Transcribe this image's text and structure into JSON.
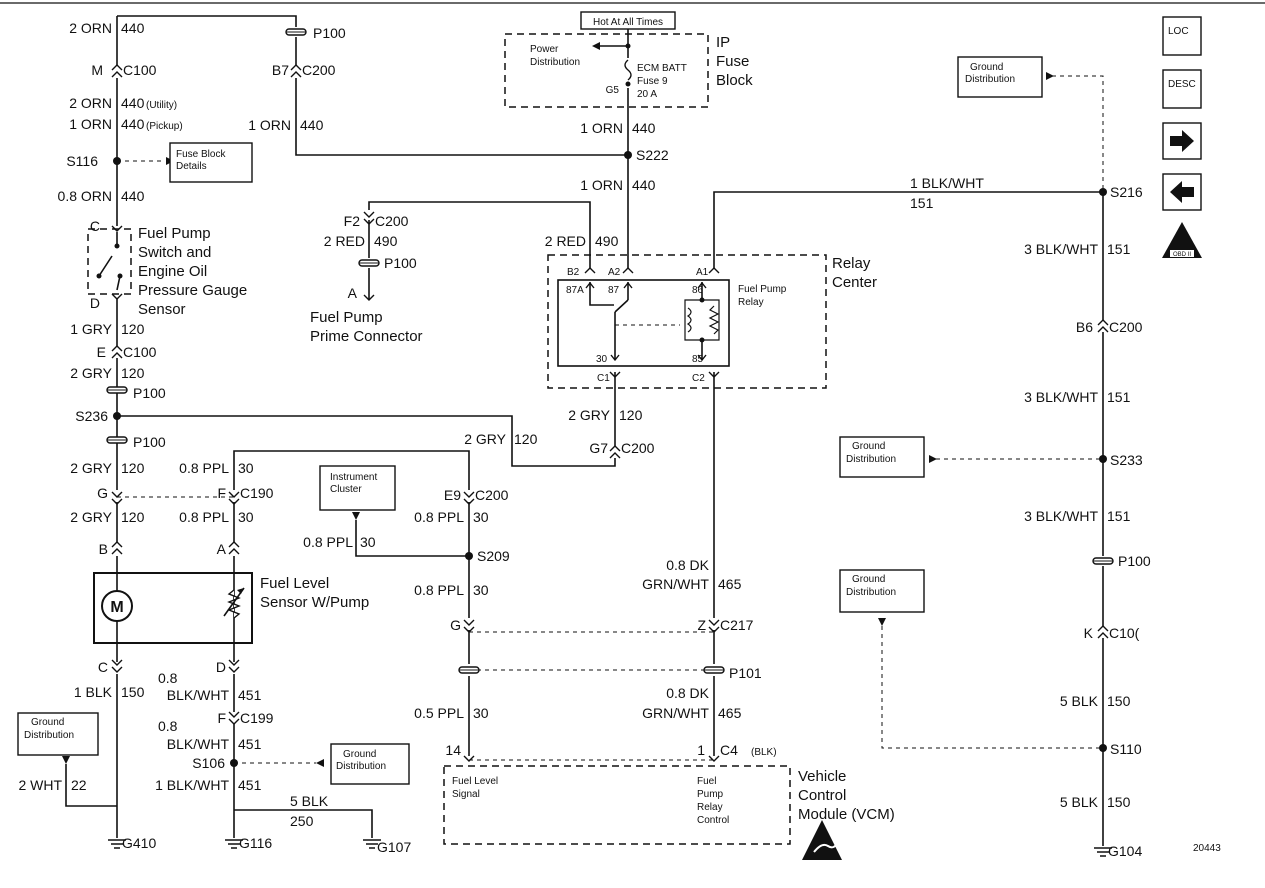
{
  "texts": {
    "w440_top": "2 ORN",
    "w440_top_n": "440",
    "p100_top": "P100",
    "c100_m_pin": "M",
    "c100_m": "C100",
    "c200_b7_pin": "B7",
    "c200_b7": "C200",
    "w440_util": "2 ORN",
    "w440_util_n": "440",
    "utility": "(Utility)",
    "w440_pick": "1 ORN",
    "w440_pick_n": "440",
    "pickup": "(Pickup)",
    "w440_b7": "1 ORN",
    "w440_b7_n": "440",
    "s116": "S116",
    "fuse_details_1": "Fuse Block",
    "fuse_details_2": "Details",
    "w440_s116": "0.8 ORN",
    "w440_s116_n": "440",
    "switch_c": "C",
    "switch_d": "D",
    "switch_1": "Fuel Pump",
    "switch_2": "Switch and",
    "switch_3": "Engine Oil",
    "switch_4": "Pressure Gauge",
    "switch_5": "Sensor",
    "w120_a": "1 GRY",
    "w120_a_n": "120",
    "c100_e_pin": "E",
    "c100_e": "C100",
    "w120_b": "2 GRY",
    "w120_b_n": "120",
    "p100_120": "P100",
    "s236": "S236",
    "p100_120b": "P100",
    "w120_c": "2 GRY",
    "w120_c_n": "120",
    "w30_a": "0.8 PPL",
    "w30_a_n": "30",
    "c190_g": "G",
    "c190_f": "F",
    "c190": "C190",
    "w120_d": "2 GRY",
    "w120_d_n": "120",
    "w30_b": "0.8 PPL",
    "w30_b_n": "30",
    "pump_b": "B",
    "pump_a": "A",
    "pump_1": "Fuel Level",
    "pump_2": "Sensor W/Pump",
    "motor": "M",
    "pump_c": "C",
    "pump_d": "D",
    "w150_a": "1 BLK",
    "w150_a_n": "150",
    "w451_a1": "0.8",
    "w451_a2": "BLK/WHT",
    "w451_a_n": "451",
    "c199_f": "F",
    "c199": "C199",
    "w451_b1": "0.8",
    "w451_b2": "BLK/WHT",
    "w451_b_n": "451",
    "gd_left_1": "Ground",
    "gd_left_2": "Distribution",
    "s106": "S106",
    "gd_s106_1": "Ground",
    "gd_s106_2": "Distribution",
    "w22": "2 WHT",
    "w22_n": "22",
    "w451_c": "1 BLK/WHT",
    "w451_c_n": "451",
    "w250": "5 BLK",
    "w250_n": "250",
    "g410": "G410",
    "g116": "G116",
    "g107": "G107",
    "hot": "Hot At All Times",
    "power_1": "Power",
    "power_2": "Distribution",
    "ecm_1": "ECM BATT",
    "ecm_2": "Fuse 9",
    "ecm_3": "20 A",
    "g5": "G5",
    "ip_1": "IP",
    "ip_2": "Fuse",
    "ip_3": "Block",
    "w440_fuse": "1 ORN",
    "w440_fuse_n": "440",
    "s222": "S222",
    "w440_relay": "1 ORN",
    "w440_relay_n": "440",
    "c200_f2_pin": "F2",
    "c200_f2": "C200",
    "w490_a": "2 RED",
    "w490_a_n": "490",
    "p100_490": "P100",
    "prime_a": "A",
    "prime_1": "Fuel Pump",
    "prime_2": "Prime Connector",
    "w490_b": "2 RED",
    "w490_b_n": "490",
    "relay_b2": "B2",
    "relay_a2": "A2",
    "relay_a1": "A1",
    "relay_87a": "87A",
    "relay_87": "87",
    "relay_86": "86",
    "relay_30": "30",
    "relay_85": "85",
    "relay_name_1": "Fuel Pump",
    "relay_name_2": "Relay",
    "relay_c1": "C1",
    "relay_c2": "C2",
    "rc_1": "Relay",
    "rc_2": "Center",
    "w120_e": "2 GRY",
    "w120_e_n": "120",
    "c200_g7_pin": "G7",
    "c200_g7": "C200",
    "w120_f": "2 GRY",
    "w120_f_n": "120",
    "ic_1": "Instrument",
    "ic_2": "Cluster",
    "c200_e9_pin": "E9",
    "c200_e9": "C200",
    "w30_c": "0.8 PPL",
    "w30_c_n": "30",
    "w30_d": "0.8 PPL",
    "w30_d_n": "30",
    "s209": "S209",
    "w30_e": "0.8 PPL",
    "w30_e_n": "30",
    "c217_g": "G",
    "c217_z": "Z",
    "c217": "C217",
    "w465_a1": "0.8 DK",
    "w465_a2": "GRN/WHT",
    "w465_a_n": "465",
    "p101": "P101",
    "w30_f": "0.5 PPL",
    "w30_f_n": "30",
    "w465_b1": "0.8 DK",
    "w465_b2": "GRN/WHT",
    "w465_b_n": "465",
    "vcm_14": "14",
    "vcm_1": "1",
    "c4": "C4",
    "c4_blk": "(BLK)",
    "vcm_fl_1": "Fuel Level",
    "vcm_fl_2": "Signal",
    "vcm_fp_1": "Fuel",
    "vcm_fp_2": "Pump",
    "vcm_fp_3": "Relay",
    "vcm_fp_4": "Control",
    "vcm_1l": "Vehicle",
    "vcm_2l": "Control",
    "vcm_3l": "Module (VCM)",
    "gd_top_1": "Ground",
    "gd_top_2": "Distribution",
    "w151_top": "1 BLK/WHT",
    "w151_top_n": "151",
    "s216": "S216",
    "w151_a": "3 BLK/WHT",
    "w151_a_n": "151",
    "c200_b6_pin": "B6",
    "c200_b6": "C200",
    "w151_b": "3 BLK/WHT",
    "w151_b_n": "151",
    "gd_s233_1": "Ground",
    "gd_s233_2": "Distribution",
    "s233": "S233",
    "w151_c": "3 BLK/WHT",
    "w151_c_n": "151",
    "p100_right": "P100",
    "gd_s110_1": "Ground",
    "gd_s110_2": "Distribution",
    "c100_k_pin": "K",
    "c100_k": "C10(",
    "w150_b": "5 BLK",
    "w150_b_n": "150",
    "s110": "S110",
    "w150_c": "5 BLK",
    "w150_c_n": "150",
    "g104": "G104",
    "fig_num": "20443",
    "loc": "LOC",
    "desc": "DESC",
    "obd": "OBD II"
  }
}
